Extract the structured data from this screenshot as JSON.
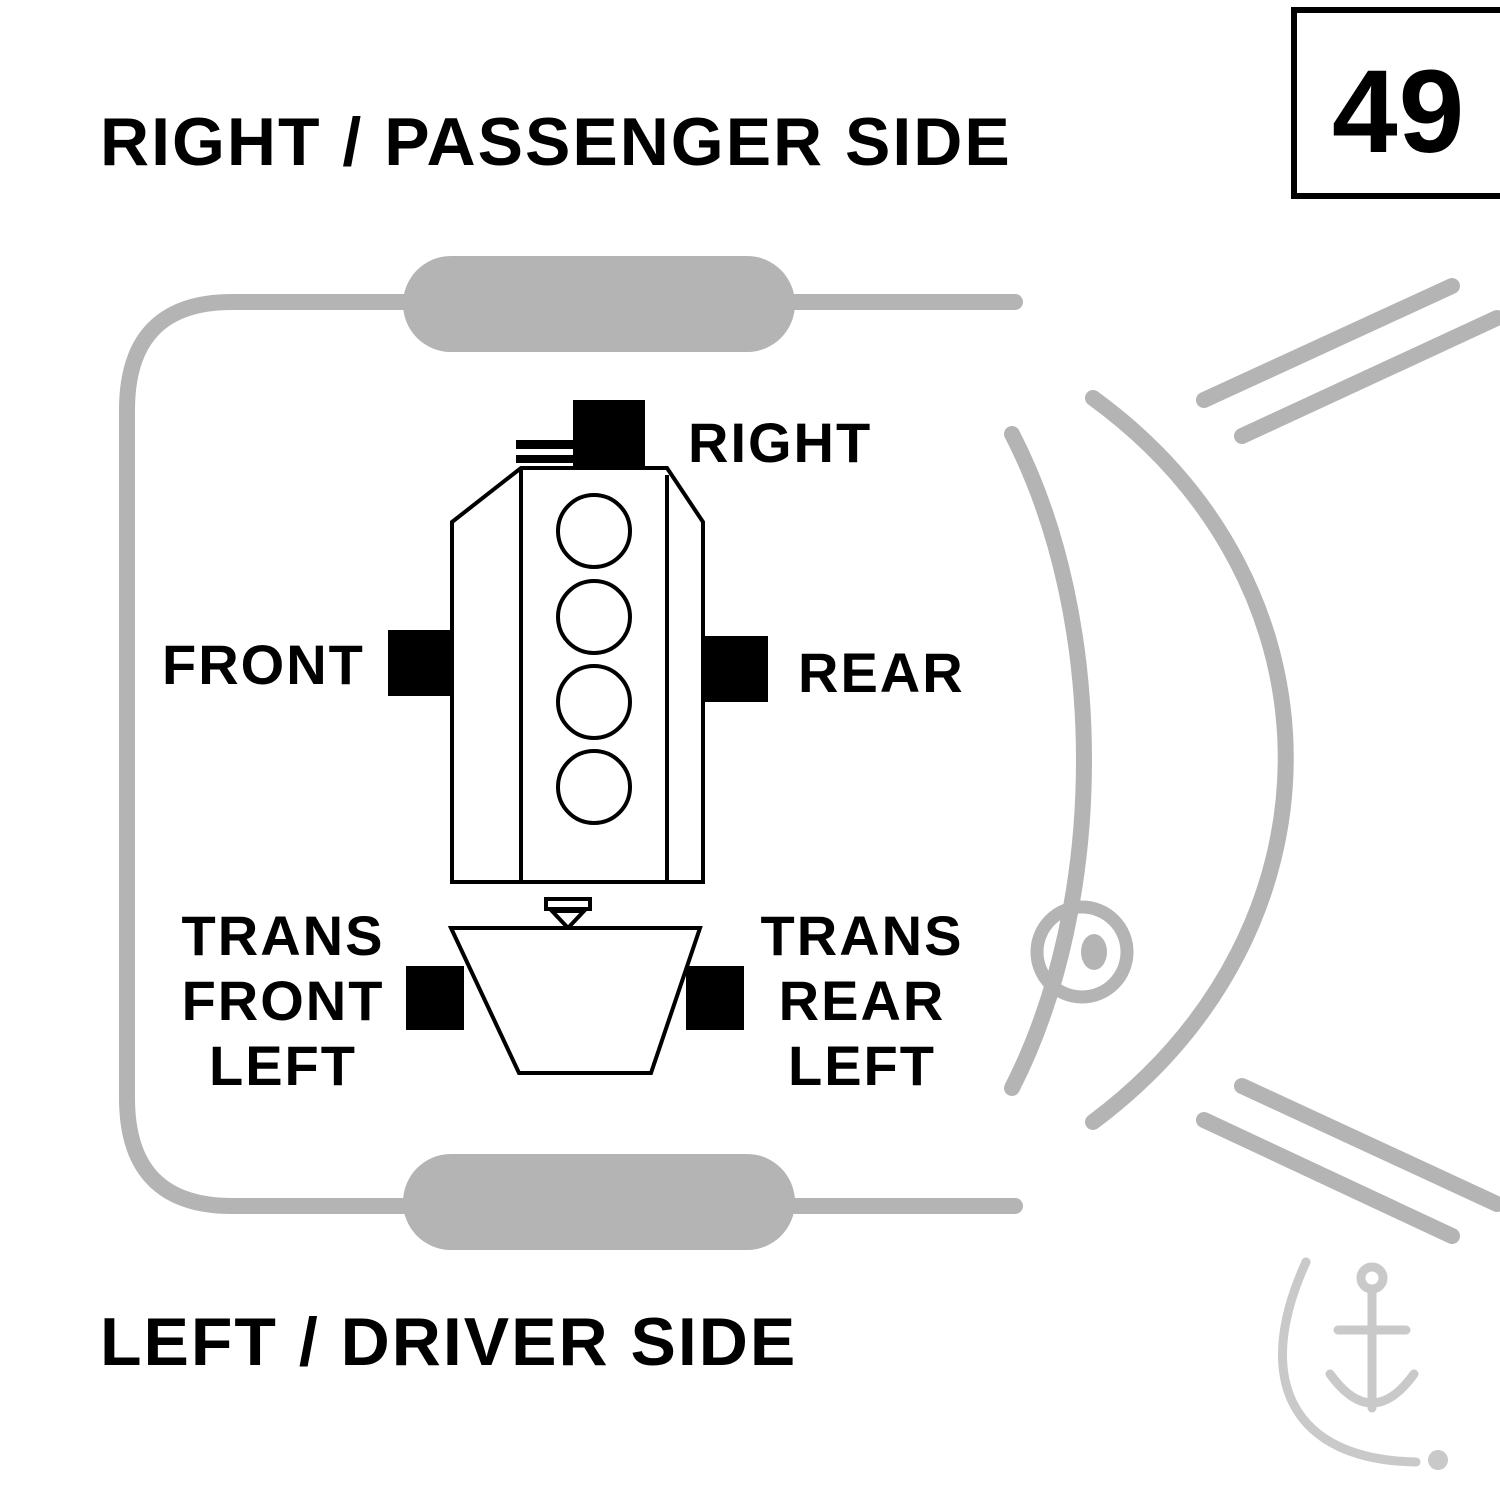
{
  "page": {
    "top_label": "RIGHT / PASSENGER SIDE",
    "bottom_label": "LEFT / DRIVER SIDE",
    "figure_number": "49"
  },
  "labels": {
    "right": "RIGHT",
    "front": "FRONT",
    "rear": "REAR",
    "trans_front_left": [
      "TRANS",
      "FRONT",
      "LEFT"
    ],
    "trans_rear_left": [
      "TRANS",
      "REAR",
      "LEFT"
    ]
  },
  "colors": {
    "car_outline": "#b4b4b4",
    "diagram_ink": "#000000",
    "background": "#ffffff",
    "watermark": "#c9c9c9"
  }
}
